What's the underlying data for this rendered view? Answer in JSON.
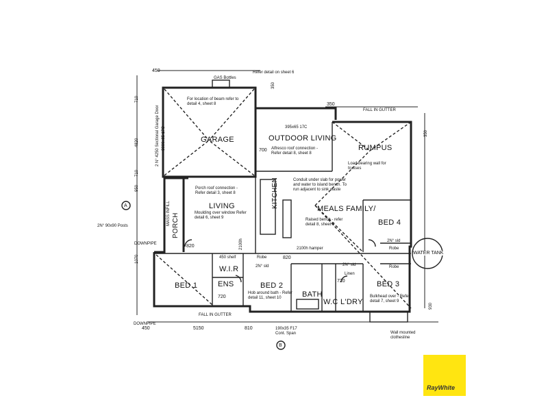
{
  "rooms": {
    "garage": "GARAGE",
    "outdoor_living": "OUTDOOR LIVING",
    "rumpus": "RUMPUS",
    "living": "LIVING",
    "kitchen": "KITCHEN",
    "meals_family": "MEALS FAMILY/",
    "bed4": "BED 4",
    "bed1": "BED 1",
    "bed2": "BED 2",
    "bed3": "BED 3",
    "wir": "W.I.R",
    "ens": "ENS",
    "bath": "BATH",
    "wc": "W.C",
    "ldry": "L'DRY",
    "porch": "PORCH",
    "water_tank": "WATER TANK"
  },
  "notes": {
    "gas_bottles": "GAS Bottles",
    "refer_sheet6": "Refer detail on sheet 6",
    "beam_note": "For location of beam refer to detail 4, sheet 8",
    "alfresco_beam": "395x65 17C",
    "alfresco_roof": "Alfresco roof connection - Refer detail 8, sheet 8",
    "load_bearing": "Load bearing wall for trusses",
    "conduit": "Conduit under slab for power and water to island bench. To run adjacent to sink waste",
    "porch_roof": "Porch roof connection - Refer detail 3, sheet 8",
    "moulding": "Moulding over window Refer detail 6, sheet 9",
    "raised_bench": "Raised bench - refer detail 8, sheet 9",
    "hamper": "2100h hamper",
    "shelf": "450 shelf",
    "robe": "Robe",
    "linen": "Linen",
    "hob_bath": "Hob around bath - Refer detail 11, sheet 10",
    "bulkhead": "Bulkhead over - Refer detail 7, sheet 9",
    "posts": "2N° 90x90 Posts",
    "lintel": "190x35 F17 Cont. Span",
    "clothesline": "Wall mounted clothesline",
    "garage_door": "2 N° 4250 Sectional Garage Door",
    "window": "3000x65 17C",
    "mass_infill": "MASS INFILL",
    "fall_gutter": "FALL IN GUTTER",
    "two_sld": "2N° sld",
    "downpipe": "DOWNPIPE"
  },
  "dims": {
    "d450_top": "450",
    "d350_top": "350",
    "d710_a": "710",
    "d4820": "4820",
    "d710_b": "710",
    "d950": "950",
    "d350_r1": "350",
    "d350_r2": "350",
    "d700": "700",
    "d820_a": "820",
    "d820_b": "820",
    "d1070": "1070",
    "d450_bot": "450",
    "d5150": "5150",
    "d810": "810",
    "d720_a": "720",
    "d720_b": "720",
    "d930": "930",
    "d2100": "2100h",
    "marker_a": "A",
    "marker_b": "B"
  },
  "logo": "RayWhite",
  "colors": {
    "wall": "#222222",
    "logo_bg": "#ffe511"
  }
}
